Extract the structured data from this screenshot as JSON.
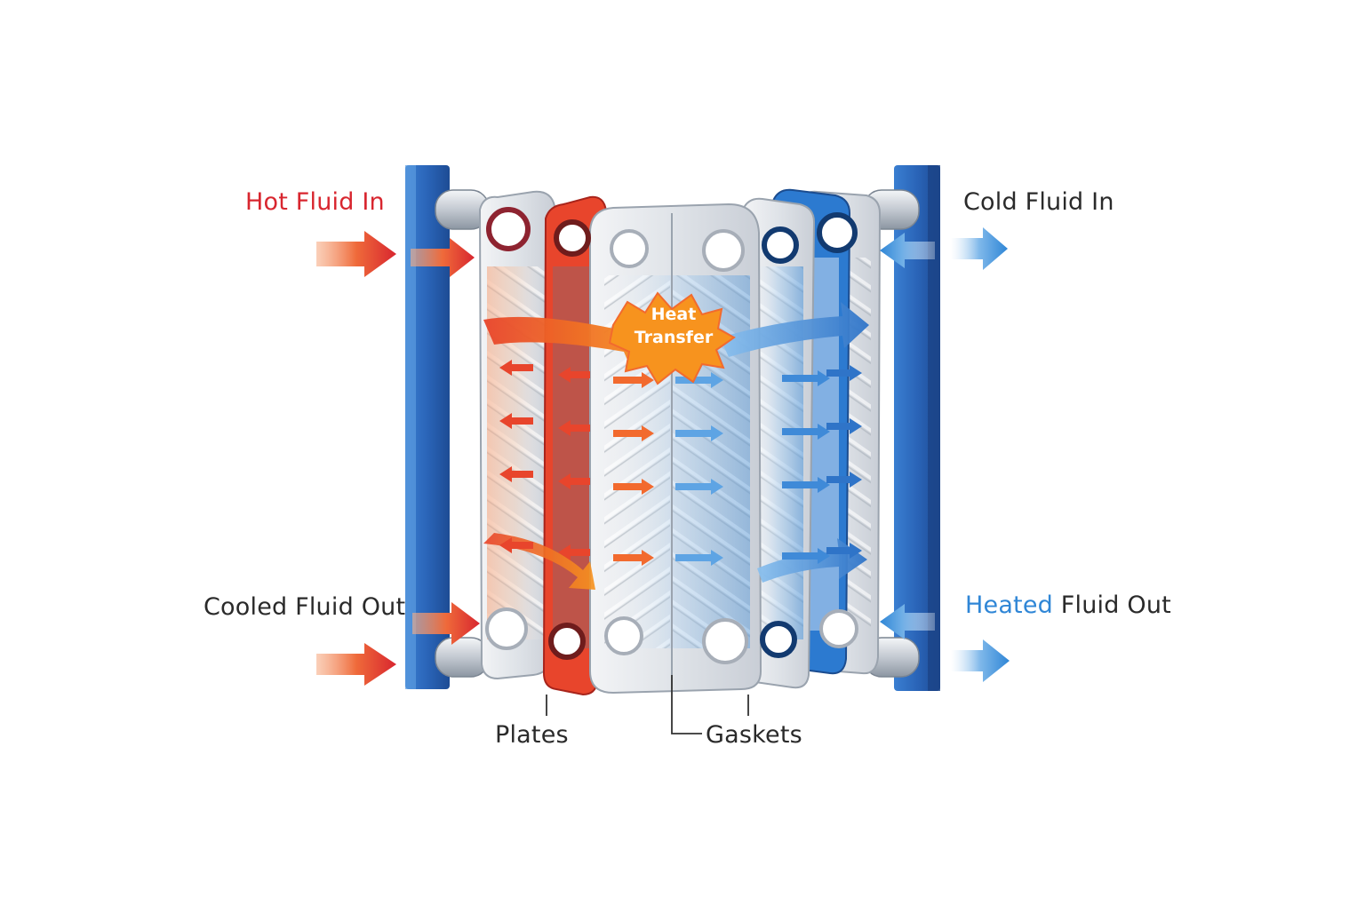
{
  "labels": {
    "hot_fluid_in": "Hot Fluid In",
    "cold_fluid_in": "Cold Fluid In",
    "cooled_fluid_out": "Cooled Fluid Out",
    "heated_word": "Heated",
    "fluid_out_word": "Fluid Out",
    "plates": "Plates",
    "gaskets": "Gaskets",
    "heat_line1": "Heat",
    "heat_line2": "Transfer"
  },
  "colors": {
    "hot": "#e8452c",
    "hot_text": "#d8262f",
    "cold": "#2f86d6",
    "frame": "#2a64b8",
    "plate": "#e4e7ec",
    "plate_edge": "#9aa3ae",
    "heat_burst": "#f7931e"
  },
  "icons": [
    "flow-arrow-icon",
    "heat-burst-icon",
    "port-ring-icon"
  ]
}
